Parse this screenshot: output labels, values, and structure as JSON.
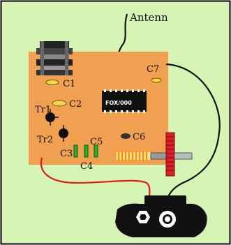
{
  "colors": {
    "background": "#d6f5b5",
    "border": "#000000",
    "pcb": "#f0a050",
    "wire_red": "#e11a1a",
    "wire_black": "#111111",
    "cap_yellow": "#f5d84a",
    "cap_green": "#2bb02b",
    "coil": "#ffa200",
    "knob": "#d9202a"
  },
  "labels": {
    "antenna": "Antenn",
    "c1": "C1",
    "c2": "C2",
    "c3": "C3",
    "c4": "C4",
    "c5": "C5",
    "c6": "C6",
    "c7": "C7",
    "tr1": "Tr1",
    "tr2": "Tr2",
    "ic": "FOX/000"
  },
  "icons": {
    "battery_snap": "battery-clip-icon"
  }
}
